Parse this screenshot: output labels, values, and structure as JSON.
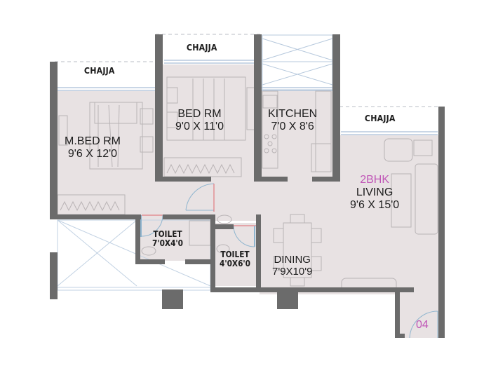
{
  "plan": {
    "unit_type": "2BHK",
    "unit_number": "04",
    "accent_color": "#c056b7",
    "wall_color": "#6b6b6b",
    "floor_color": "#e8e2e3",
    "rooms": {
      "master_bedroom": {
        "name": "M.BED RM",
        "size": "9'6 X 12'0"
      },
      "bedroom": {
        "name": "BED RM",
        "size": "9'0 X 11'0"
      },
      "kitchen": {
        "name": "KITCHEN",
        "size": "7'0 X 8'6"
      },
      "living": {
        "name": "LIVING",
        "size": "9'6 X 15'0"
      },
      "dining": {
        "name": "DINING",
        "size": "7'9X10'9"
      },
      "toilet_1": {
        "name": "TOILET",
        "size": "7'0X4'0"
      },
      "toilet_2": {
        "name": "TOILET",
        "size": "4'0X6'0"
      }
    },
    "chajja": [
      {
        "label": "CHAJJA"
      },
      {
        "label": "CHAJJA"
      },
      {
        "label": "CHAJJA"
      }
    ]
  }
}
